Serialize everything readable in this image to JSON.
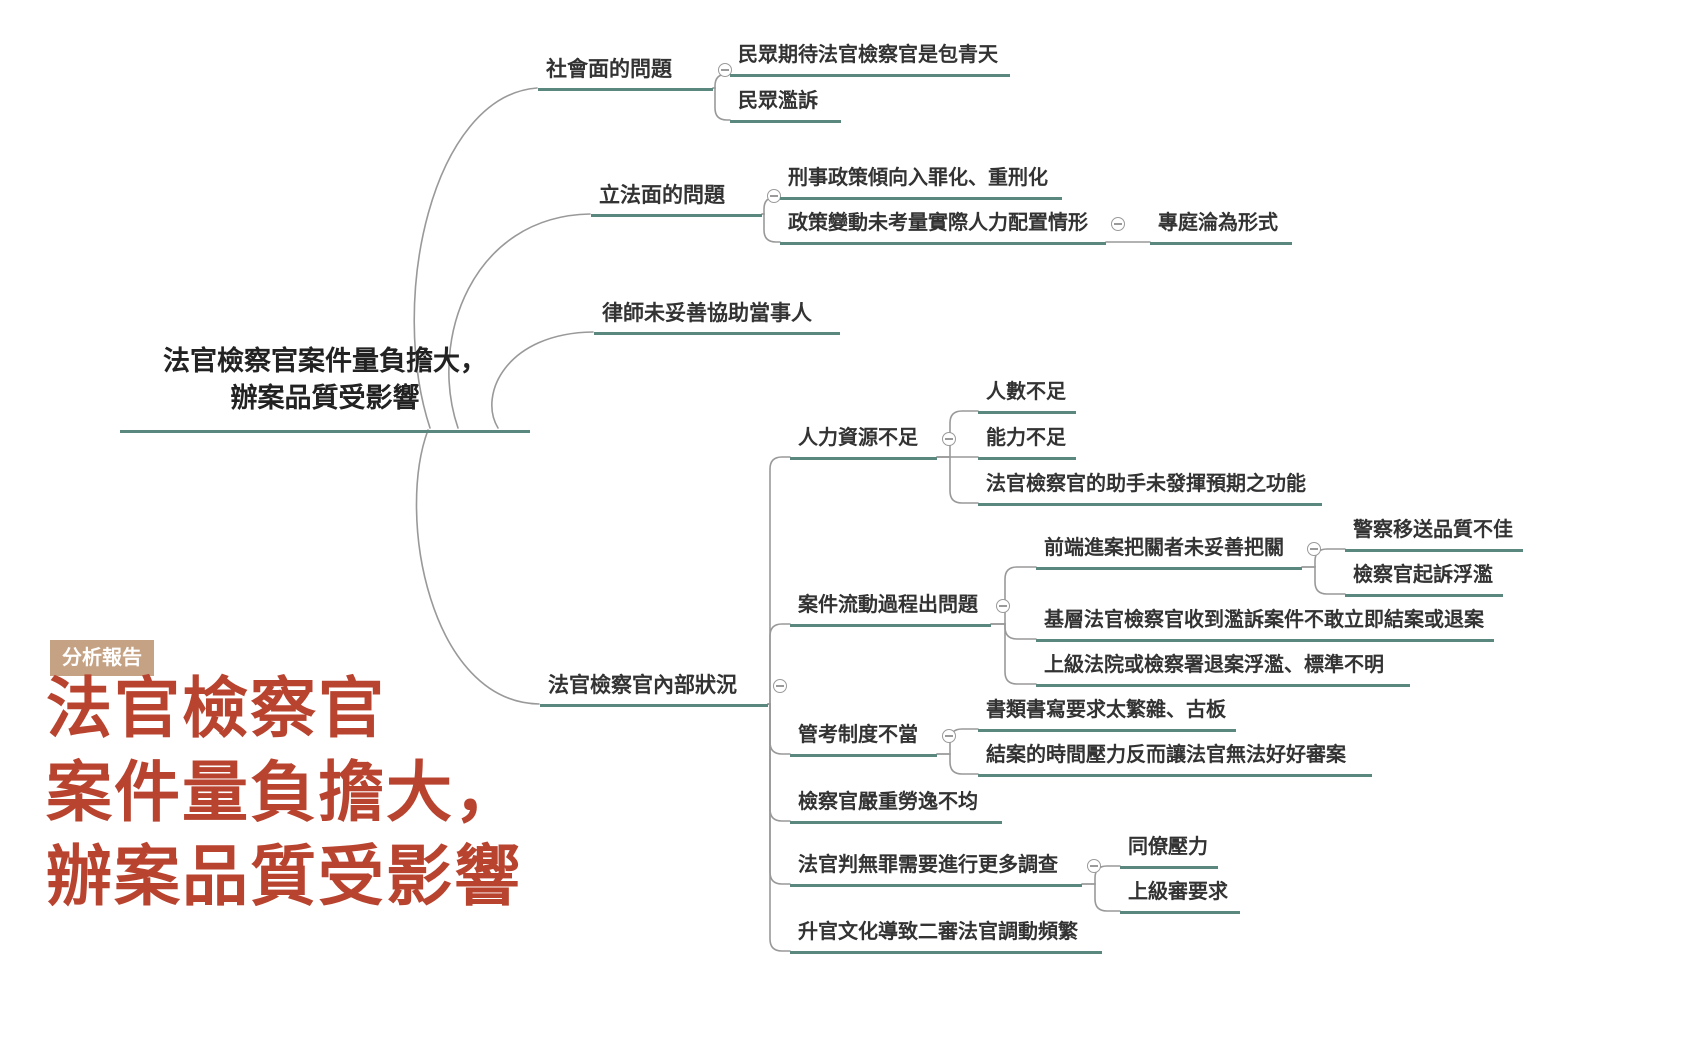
{
  "mindmap": {
    "root": {
      "line1": "法官檢察官案件量負擔大，",
      "line2": "辦案品質受影響"
    },
    "social": {
      "label": "社會面的問題",
      "children": [
        {
          "label": "民眾期待法官檢察官是包青天"
        },
        {
          "label": "民眾濫訴"
        }
      ]
    },
    "legislative": {
      "label": "立法面的問題",
      "children": [
        {
          "label": "刑事政策傾向入罪化、重刑化"
        },
        {
          "label": "政策變動未考量實際人力配置情形",
          "children": [
            {
              "label": "專庭淪為形式"
            }
          ]
        }
      ]
    },
    "lawyer": {
      "label": "律師未妥善協助當事人"
    },
    "internal": {
      "label": "法官檢察官內部狀況",
      "children": [
        {
          "label": "人力資源不足",
          "children": [
            {
              "label": "人數不足"
            },
            {
              "label": "能力不足"
            },
            {
              "label": "法官檢察官的助手未發揮預期之功能"
            }
          ]
        },
        {
          "label": "案件流動過程出問題",
          "children": [
            {
              "label": "前端進案把關者未妥善把關",
              "children": [
                {
                  "label": "警察移送品質不佳"
                },
                {
                  "label": "檢察官起訴浮濫"
                }
              ]
            },
            {
              "label": "基層法官檢察官收到濫訴案件不敢立即結案或退案"
            },
            {
              "label": "上級法院或檢察署退案浮濫、標準不明"
            }
          ]
        },
        {
          "label": "管考制度不當",
          "children": [
            {
              "label": "書類書寫要求太繁雜、古板"
            },
            {
              "label": "結案的時間壓力反而讓法官無法好好審案"
            }
          ]
        },
        {
          "label": "檢察官嚴重勞逸不均"
        },
        {
          "label": "法官判無罪需要進行更多調查",
          "children": [
            {
              "label": "同僚壓力"
            },
            {
              "label": "上級審要求"
            }
          ]
        },
        {
          "label": "升官文化導致二審法官調動頻繁"
        }
      ]
    }
  },
  "report": {
    "badge": "分析報告",
    "title_line1": "法官檢察官",
    "title_line2": "案件量負擔大，",
    "title_line3": "辦案品質受影響"
  },
  "icons": {
    "collapse_toggle": "circled-minus"
  },
  "colors": {
    "underline_teal": "#5b887e",
    "connector_gray": "#999999",
    "title_red": "#b8432f",
    "badge_tan": "#c5a284",
    "node_text": "#333333"
  }
}
